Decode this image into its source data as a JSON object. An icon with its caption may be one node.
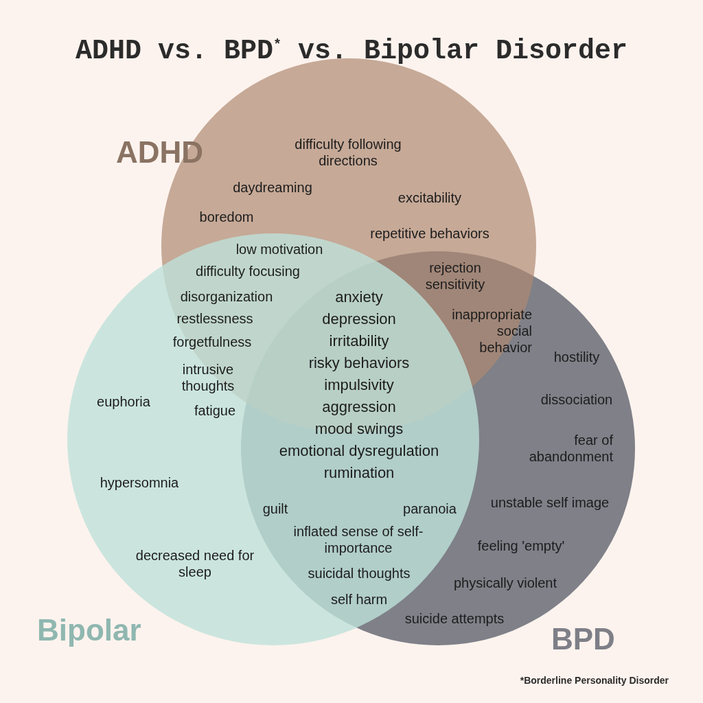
{
  "diagram": {
    "title": "ADHD vs. BPD$^{*}$ vs. Bipolar Disorder",
    "caption": "*Borderline Personality Disorder",
    "nodes": [
      {
        "text": [
          "ADHD"
        ]
      },
      {
        "text": [
          "Bipolar"
        ]
      },
      {
        "text": [
          "BPD"
        ]
      }
    ],
    "labels": [
      "difficulty following directions",
      "daydreaming",
      "excitability",
      "boredom",
      "repetitive behaviors",
      "low motivation",
      "difficulty focusing",
      "rejection sensitivity",
      "disorganization",
      "anxiety",
      "restlessness",
      "depression",
      "inappropriate social behavior",
      "forgetfulness",
      "irritability",
      "hostility",
      "intrusive thoughts",
      "risky behaviors",
      "impulsivity",
      "euphoria",
      "dissociation",
      "fatigue",
      "aggression",
      "mood swings",
      "emotional dysregulation",
      "fear of abandonment",
      "rumination",
      "hypersomnia",
      "unstable self image",
      "guilt",
      "paranoia",
      "inflated sense of self-importance",
      "feeling 'empty'",
      "decreased need for sleep",
      "suicidal thoughts",
      "physically violent",
      "self harm",
      "suicide attempts"
    ]
  }
}
